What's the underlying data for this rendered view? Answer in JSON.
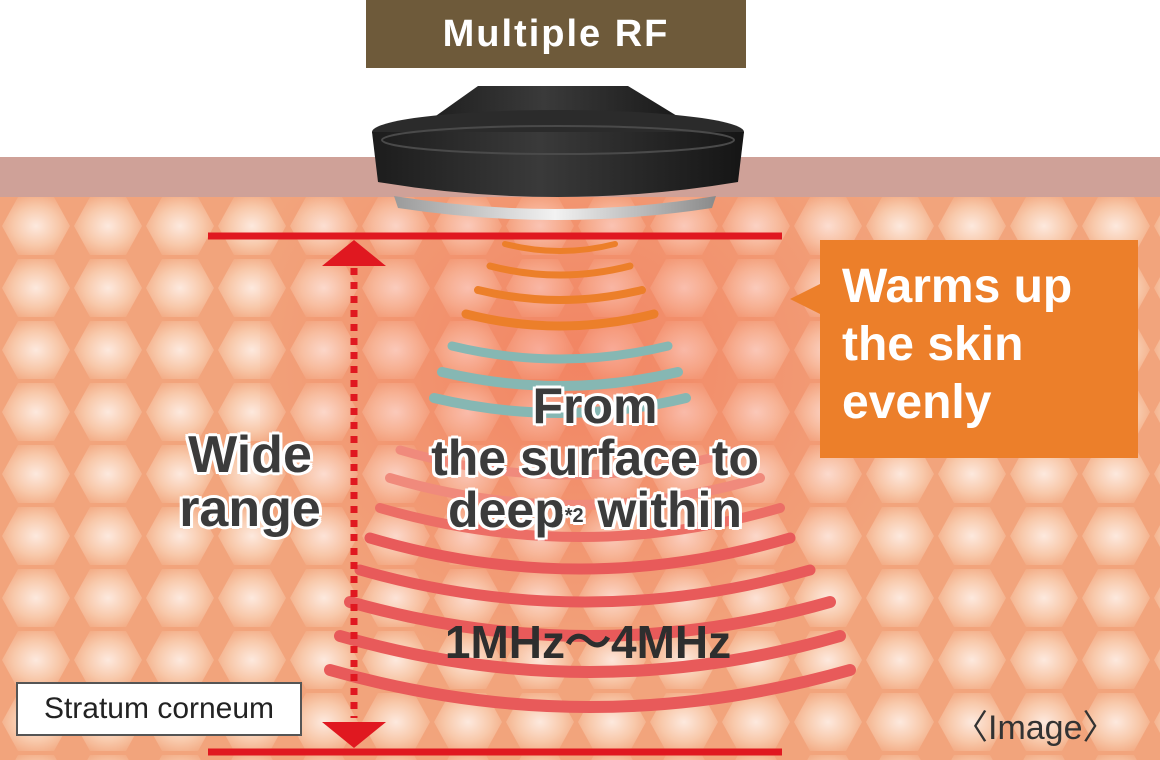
{
  "title": "Multiple RF",
  "wide_range": [
    "Wide",
    "range"
  ],
  "main_text": {
    "line1": "From",
    "line2": "the surface to",
    "line3_word": "deep",
    "line3_sup": "*2",
    "line3_rest": " within"
  },
  "frequency": "1MHz〜4MHz",
  "callout": [
    "Warms up",
    "the skin",
    "evenly"
  ],
  "layer_label": "Stratum corneum",
  "image_note": "〈Image〉",
  "colors": {
    "title_bg": "#6e5a3a",
    "surface_band": "#cfa198",
    "skin_cell": "#f7c2a2",
    "skin_cell_center": "#fbe3d4",
    "range_line": "#e01820",
    "wave_orange": "#ec7f2a",
    "wave_teal": "#7fb3b0",
    "wave_red": "#e85a5a",
    "callout_bg": "#ec7f2a"
  },
  "icons": [
    "rf-device-head-icon",
    "double-arrow-icon"
  ]
}
